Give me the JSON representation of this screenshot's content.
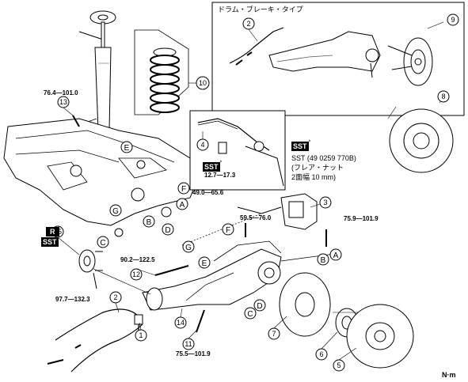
{
  "inset_title": "ドラム・ブレーキ・タイプ",
  "sst_note": {
    "badge": "SST",
    "mark": "*",
    "lines": [
      "SST (49 0259 770B)",
      "(フレア・ナット",
      "2面幅 10 mm)"
    ]
  },
  "small_inset": {
    "badge": "SST",
    "mark": "*",
    "torque": "12.7—17.3"
  },
  "r_sst": {
    "r": "R",
    "sst": "SST"
  },
  "torques": {
    "t13": "76.4—101.0",
    "t3a": "49.0—65.6",
    "t3b": "59.5—76.0",
    "t3c": "75.9—101.9",
    "t12": "90.2—122.5",
    "t15": "97.7—132.3",
    "t11": "75.5—101.9"
  },
  "unit": "N·m",
  "part_numbers": [
    "1",
    "2",
    "3",
    "4",
    "5",
    "6",
    "7",
    "8",
    "9",
    "10",
    "11",
    "12",
    "13",
    "14",
    "15"
  ],
  "connection_letters": [
    "A",
    "B",
    "C",
    "D",
    "E",
    "F",
    "G"
  ]
}
